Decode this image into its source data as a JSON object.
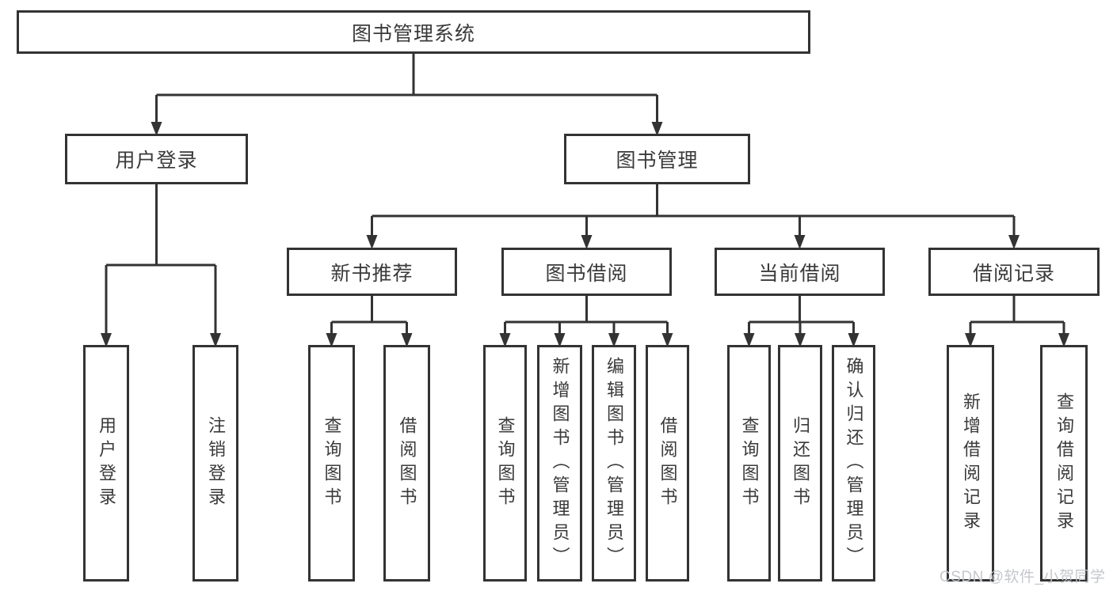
{
  "tree": {
    "root": {
      "label": "图书管理系统"
    },
    "children": [
      {
        "label": "用户登录",
        "children": [
          {
            "label": "用户登录"
          },
          {
            "label": "注销登录"
          }
        ]
      },
      {
        "label": "图书管理",
        "children": [
          {
            "label": "新书推荐",
            "children": [
              {
                "label": "查询图书"
              },
              {
                "label": "借阅图书"
              }
            ]
          },
          {
            "label": "图书借阅",
            "children": [
              {
                "label": "查询图书"
              },
              {
                "label": "新增图书（管理员）"
              },
              {
                "label": "编辑图书（管理员）"
              },
              {
                "label": "借阅图书"
              }
            ]
          },
          {
            "label": "当前借阅",
            "children": [
              {
                "label": "查询图书"
              },
              {
                "label": "归还图书"
              },
              {
                "label": "确认归还（管理员）"
              }
            ]
          },
          {
            "label": "借阅记录",
            "children": [
              {
                "label": "新增借阅记录"
              },
              {
                "label": "查询借阅记录"
              }
            ]
          }
        ]
      }
    ]
  },
  "watermark": {
    "text": "CSDN @软件_小贺同学"
  },
  "colors": {
    "line": "#333333",
    "text": "#3a3a3a",
    "background": "#ffffff",
    "watermark": "#c2c5cb"
  }
}
